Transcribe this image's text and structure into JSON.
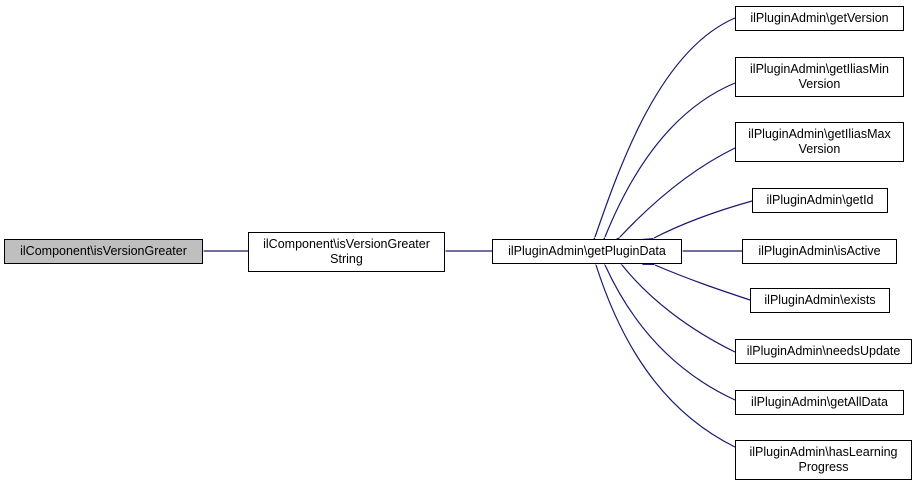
{
  "nodes": {
    "root": "ilComponent\\isVersionGreater",
    "string_l1": "ilComponent\\isVersionGreater",
    "string_l2": "String",
    "plugin_data": "ilPluginAdmin\\getPluginData",
    "get_version": "ilPluginAdmin\\getVersion",
    "ilias_min_l1": "ilPluginAdmin\\getIliasMin",
    "ilias_min_l2": "Version",
    "ilias_max_l1": "ilPluginAdmin\\getIliasMax",
    "ilias_max_l2": "Version",
    "get_id": "ilPluginAdmin\\getId",
    "is_active": "ilPluginAdmin\\isActive",
    "exists": "ilPluginAdmin\\exists",
    "needs_update": "ilPluginAdmin\\needsUpdate",
    "get_all_data": "ilPluginAdmin\\getAllData",
    "learning_l1": "ilPluginAdmin\\hasLearning",
    "learning_l2": "Progress"
  },
  "colors": {
    "edge": "#191970",
    "border": "#000000",
    "root_fill": "#bfbfbf"
  }
}
